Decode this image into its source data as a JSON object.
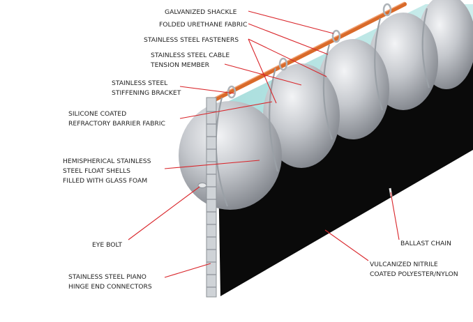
{
  "labels": {
    "galvanized_shackle": "GALVANIZED SHACKLE",
    "folded_urethane_fabric": "FOLDED URETHANE FABRIC",
    "stainless_steel_fasteners": "STAINLESS STEEL FASTENERS",
    "cable_tension_line1": "STAINLESS STEEL CABLE",
    "cable_tension_line2": "TENSION MEMBER",
    "stiffening_bracket_line1": "STAINLESS STEEL",
    "stiffening_bracket_line2": "STIFFENING BRACKET",
    "silicone_fabric_line1": "SILICONE COATED",
    "silicone_fabric_line2": "REFRACTORY  BARRIER FABRIC",
    "float_shells_line1": "HEMISPHERICAL STAINLESS",
    "float_shells_line2": "STEEL FLOAT SHELLS",
    "float_shells_line3": "FILLED WITH GLASS FOAM",
    "eye_bolt": "EYE BOLT",
    "ballast_chain": "BALLAST CHAIN",
    "piano_hinge_line1": "STAINLESS STEEL PIANO",
    "piano_hinge_line2": "HINGE END CONNECTORS",
    "vulcanized_line1": "VULCANIZED NITRILE",
    "vulcanized_line2": "COATED POLYESTER/NYLON"
  },
  "colors": {
    "leader_line": "#d9252a",
    "cable": "#d96a2a",
    "barrier_fabric": "#bfe8e6",
    "skirt": "#0a0a0a",
    "float_light": "#f2f3f5",
    "float_dark": "#7b7f86"
  }
}
